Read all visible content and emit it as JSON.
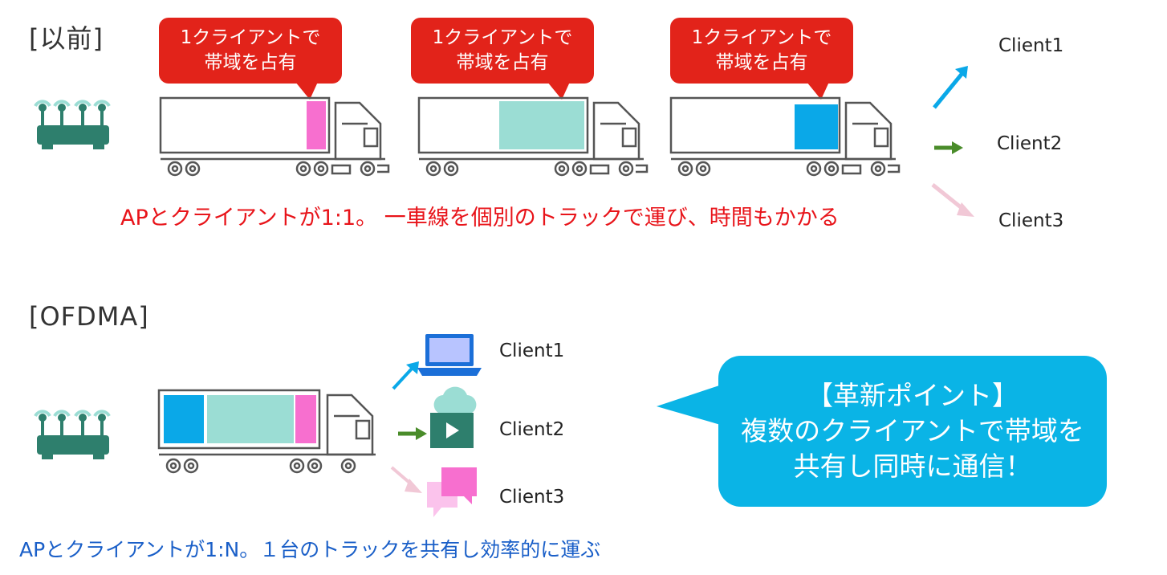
{
  "before": {
    "title": "[以前]",
    "callout_line1": "1クライアントで",
    "callout_line2": "帯域を占有",
    "caption": "APとクライアントが1:1。 一車線を個別のトラックで運び、時間もかかる",
    "clients": [
      "Client1",
      "Client2",
      "Client3"
    ]
  },
  "ofdma": {
    "title": "[OFDMA]",
    "caption": "APとクライアントが1:N。１台のトラックを共有し効率的に運ぶ",
    "clients": [
      "Client1",
      "Client2",
      "Client3"
    ],
    "bubble_line1": "【革新ポイント】",
    "bubble_line2": "複数のクライアントで帯域を",
    "bubble_line3": "共有し同時に通信！"
  },
  "colors": {
    "callout_red": "#e2231a",
    "caption_red": "#e8141a",
    "caption_blue": "#1a5fc8",
    "bubble_cyan": "#0ab4e6",
    "router_green": "#2e7f6d",
    "data_pink": "#f76fcf",
    "data_teal": "#9bddd4",
    "data_blue": "#0aa8e8",
    "arrow_blue": "#0aa8e8",
    "arrow_green": "#4a8c2a",
    "arrow_pink": "#f1c8d6"
  },
  "icons": [
    "router-icon",
    "truck-icon",
    "laptop-icon",
    "cloud-video-icon",
    "chat-icon"
  ]
}
